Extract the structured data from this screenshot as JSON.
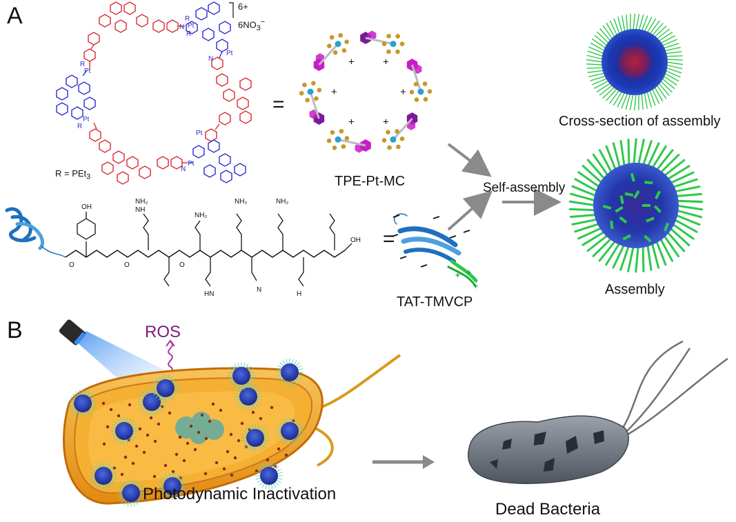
{
  "panels": {
    "a": {
      "letter": "A",
      "charge": "6+",
      "counterion": "6NO",
      "counterion_sub": "3",
      "counterion_sup": "−",
      "r_definition": "R = PEt",
      "r_definition_sub": "3",
      "pt_label": "Pt",
      "n_label": "N",
      "r_label": "R",
      "plus": "+",
      "equals": "=",
      "macrocycle_name": "TPE-Pt-MC",
      "peptide_name": "TAT-TMVCP",
      "step_label": "Self-assembly",
      "cross_section_label": "Cross-section of assembly",
      "assembly_label": "Assembly",
      "peptide_groups": [
        "OH",
        "NH",
        "NH₂",
        "NH₂",
        "NH₂",
        "NH₂",
        "O",
        "O",
        "O",
        "HN",
        "N",
        "H",
        "OH"
      ]
    },
    "b": {
      "letter": "B",
      "ros_label": "ROS",
      "left_caption": "Photodynamic Inactivation",
      "right_caption": "Dead Bacteria"
    }
  },
  "colors": {
    "tpe_red": "#d8292f",
    "tpe_blue": "#2b2bd0",
    "hex_magenta": "#c81cc8",
    "hex_purple": "#7a1a9a",
    "phosphine_gold": "#c8962a",
    "protein_blue": "#1e6fbf",
    "peptide_green": "#2ec84a",
    "nano_core": "#2030a0",
    "membrane_orange": "#f0a020",
    "ros_purple": "#7a1a7a",
    "dead_gray": "#6e7580",
    "arrow_gray": "#8a8a8a"
  }
}
